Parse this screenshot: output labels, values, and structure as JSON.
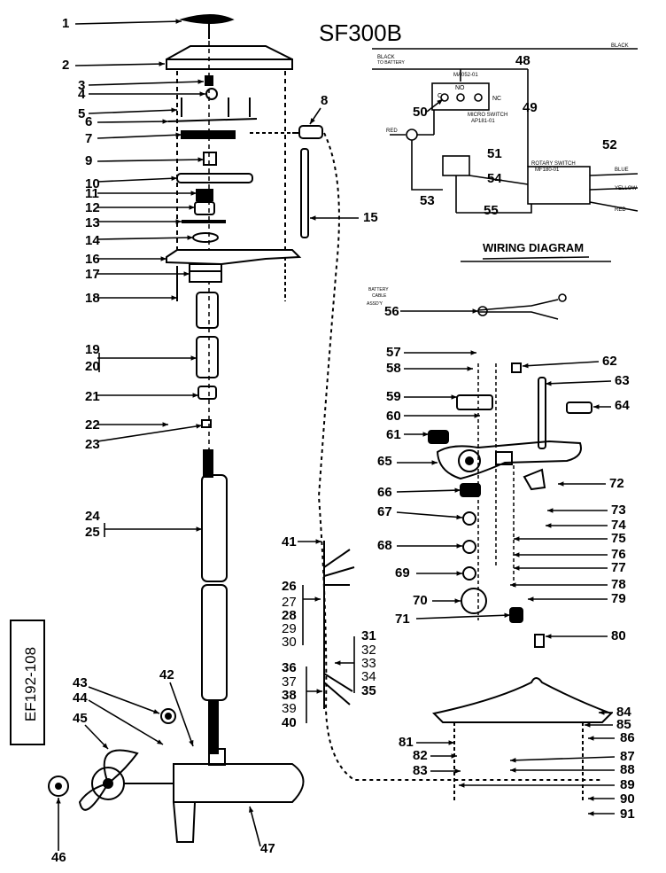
{
  "title": "SF300B",
  "model_box": "EF192-108",
  "wiring": {
    "heading": "WIRING DIAGRAM",
    "black_right": "BLACK",
    "black_left": "BLACK",
    "black_left_sub": "TO BATTERY",
    "part_micro": "MICRO SWITCH",
    "part_micro_no": "AP181-01",
    "part_micro_top": "MA052-01",
    "no_label": "NO",
    "c_label": "C",
    "nc_label": "NC",
    "red_left": "RED",
    "rotary": "ROTARY SWITCH",
    "rotary_no": "MF180-01",
    "blue": "BLUE",
    "yellow": "YELLOW",
    "red_right": "RED",
    "battery_cable": "BATTERY CABLE ASSD'Y"
  },
  "callouts": [
    "1",
    "2",
    "3",
    "4",
    "5",
    "6",
    "7",
    "8",
    "9",
    "10",
    "11",
    "12",
    "13",
    "14",
    "15",
    "16",
    "17",
    "18",
    "19",
    "20",
    "21",
    "22",
    "23",
    "24",
    "25",
    "26",
    "27",
    "28",
    "29",
    "30",
    "31",
    "32",
    "33",
    "34",
    "35",
    "36",
    "37",
    "38",
    "39",
    "40",
    "41",
    "42",
    "43",
    "44",
    "45",
    "46",
    "47",
    "48",
    "49",
    "50",
    "51",
    "52",
    "53",
    "54",
    "55",
    "56",
    "57",
    "58",
    "59",
    "60",
    "61",
    "62",
    "63",
    "64",
    "65",
    "66",
    "67",
    "68",
    "69",
    "70",
    "71",
    "72",
    "73",
    "74",
    "75",
    "76",
    "77",
    "78",
    "79",
    "80",
    "81",
    "82",
    "83",
    "84",
    "85",
    "86",
    "87",
    "88",
    "89",
    "90",
    "91"
  ]
}
